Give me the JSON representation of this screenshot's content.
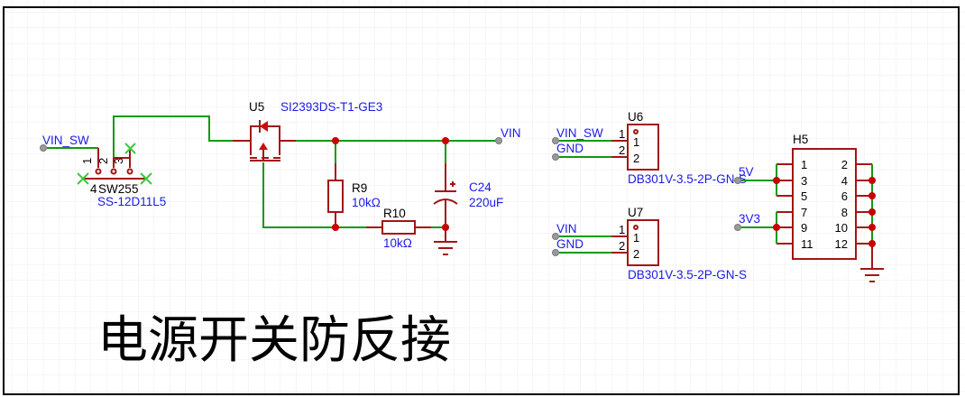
{
  "title": "电源开关防反接",
  "colors": {
    "wire": "#0f9a0f",
    "symbol": "#a31515",
    "junction": "#c80000",
    "label": "#1a1ae6",
    "no_connect": "#3cc83c",
    "grid": "#ececec",
    "border": "#000000"
  },
  "nets": {
    "vin_sw_left": "VIN_SW",
    "vin_right": "VIN",
    "u6_pin1_net": "VIN_SW",
    "u6_pin2_net": "GND",
    "u7_pin1_net": "VIN",
    "u7_pin2_net": "GND",
    "h5_5v": "5V",
    "h5_3v3": "3V3"
  },
  "components": {
    "sw": {
      "designator": "SW25",
      "value": "SS-12D11L5",
      "pins": [
        "1",
        "2",
        "3",
        "4",
        "5"
      ]
    },
    "u5": {
      "designator": "U5",
      "value": "SI2393DS-T1-GE3"
    },
    "r9": {
      "designator": "R9",
      "value": "10kΩ"
    },
    "r10": {
      "designator": "R10",
      "value": "10kΩ"
    },
    "c24": {
      "designator": "C24",
      "value": "220uF",
      "polarity": "+"
    },
    "u6": {
      "designator": "U6",
      "value": "DB301V-3.5-2P-GN-S",
      "pins": [
        "1",
        "2"
      ]
    },
    "u7": {
      "designator": "U7",
      "value": "DB301V-3.5-2P-GN-S",
      "pins": [
        "1",
        "2"
      ]
    },
    "h5": {
      "designator": "H5",
      "left_pins": [
        "1",
        "3",
        "5",
        "7",
        "9",
        "11"
      ],
      "right_pins": [
        "2",
        "4",
        "6",
        "8",
        "10",
        "12"
      ]
    }
  }
}
